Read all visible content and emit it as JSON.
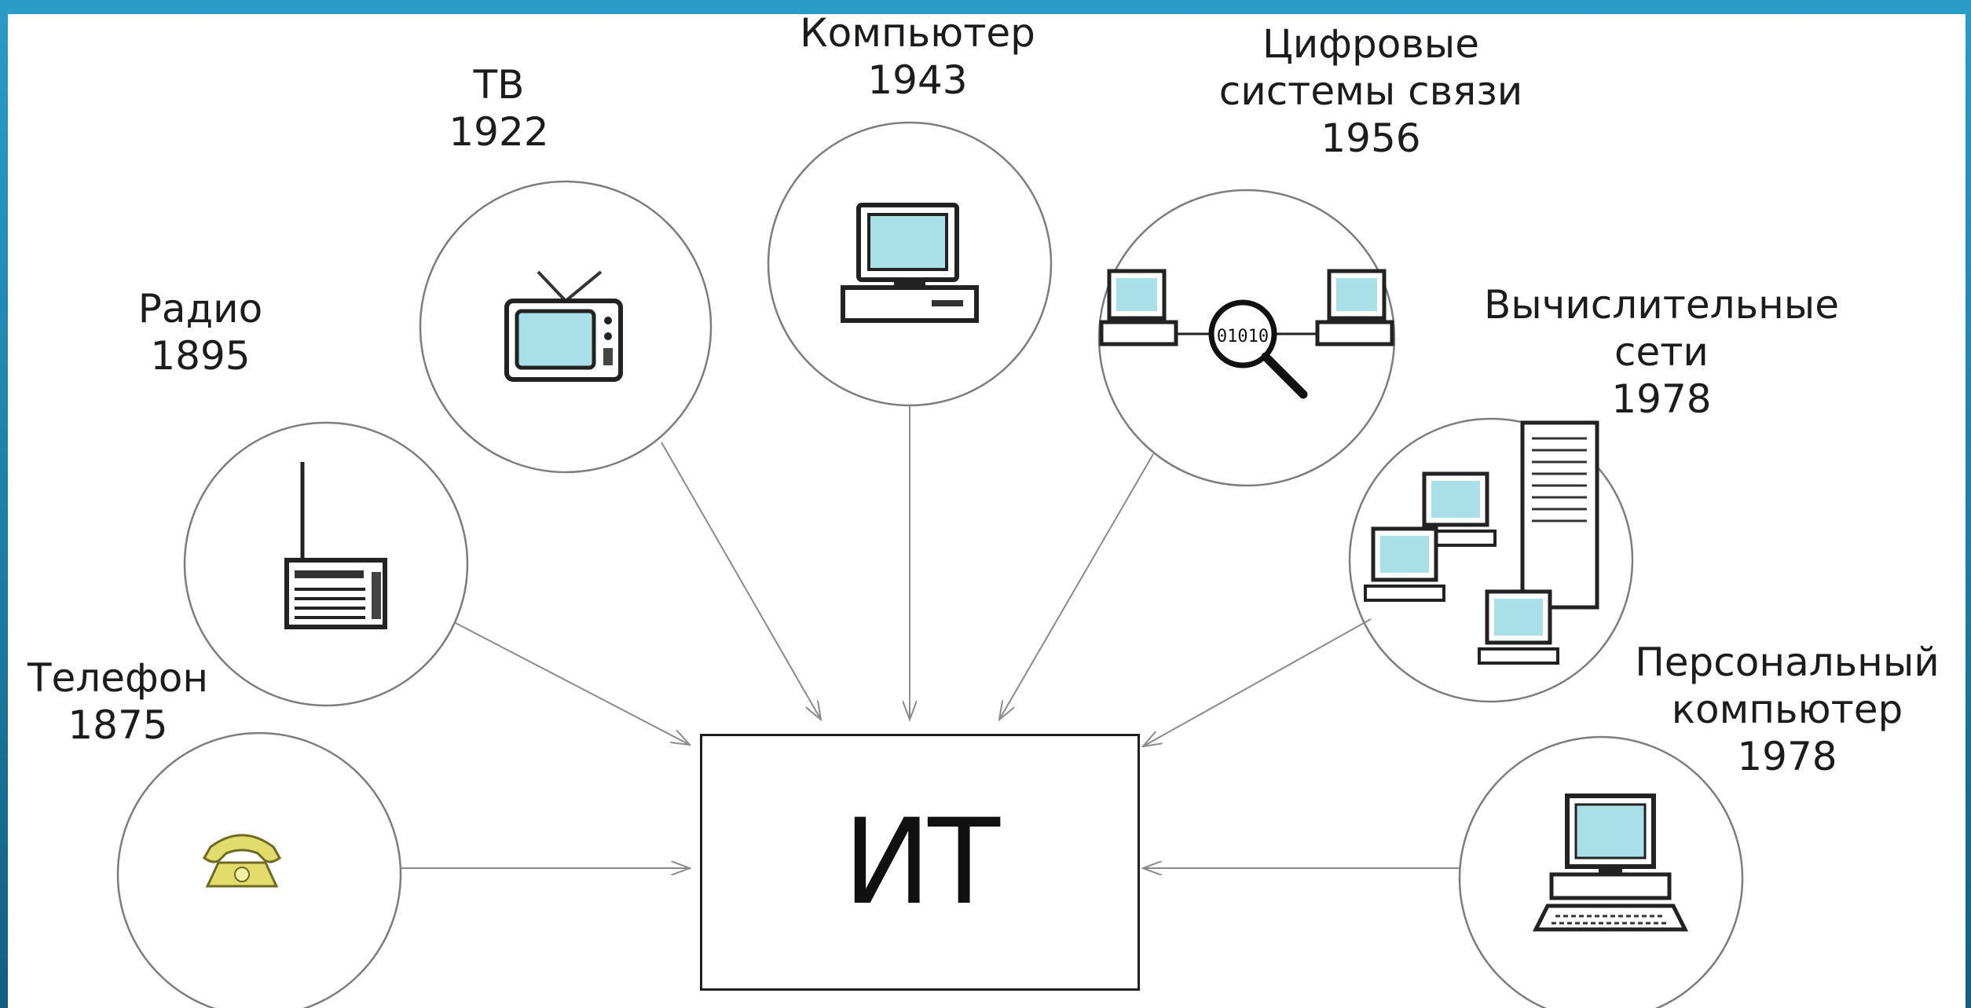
{
  "center": {
    "label": "ИТ"
  },
  "nodes": [
    {
      "id": "telephone",
      "name": "Телефон",
      "year": "1875",
      "icon": "telephone-icon"
    },
    {
      "id": "radio",
      "name": "Радио",
      "year": "1895",
      "icon": "radio-icon"
    },
    {
      "id": "tv",
      "name": "ТВ",
      "year": "1922",
      "icon": "television-icon"
    },
    {
      "id": "computer",
      "name": "Компьютер",
      "year": "1943",
      "icon": "computer-icon"
    },
    {
      "id": "digital-comm",
      "name_lines": [
        "Цифровые",
        "системы связи"
      ],
      "year": "1956",
      "icon": "network-data-icon",
      "icon_text": "01010"
    },
    {
      "id": "networks",
      "name_lines": [
        "Вычислительные",
        "сети"
      ],
      "year": "1978",
      "icon": "computer-network-icon"
    },
    {
      "id": "pc",
      "name_lines": [
        "Персональный",
        "компьютер"
      ],
      "year": "1978",
      "icon": "personal-computer-icon"
    }
  ],
  "colors": {
    "frame": "#1b7aa3",
    "screen": "#a9dfe6",
    "phone": "#e2dc6c",
    "line": "#8a8a8a"
  }
}
